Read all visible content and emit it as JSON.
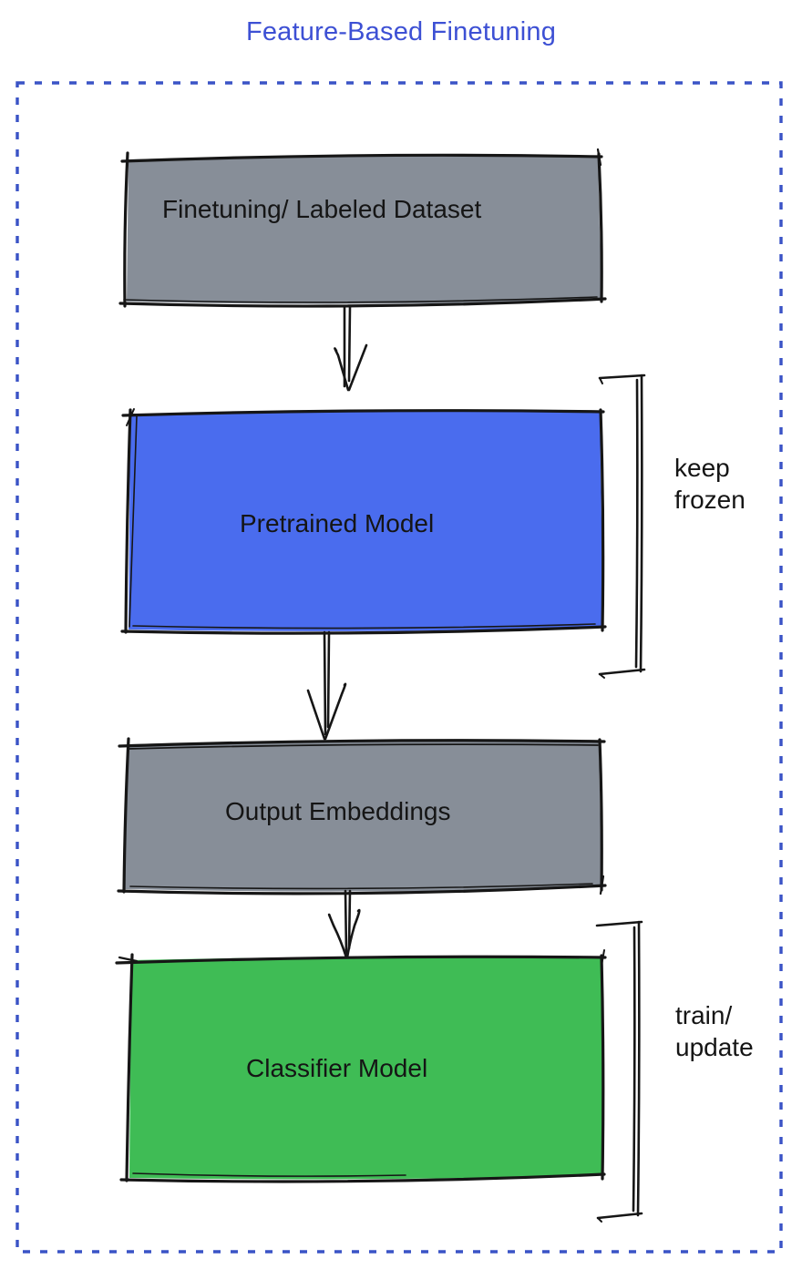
{
  "title": "Feature-Based Finetuning",
  "colors": {
    "title_text": "#3D50D4",
    "boundary_blue": "#3A53C6",
    "sketch_stroke": "#161616",
    "node_gray": "#878E98",
    "node_blue": "#4A6CEE",
    "node_green": "#3FBC55"
  },
  "nodes": [
    {
      "id": "finetuning-dataset",
      "label": "Finetuning/ Labeled Dataset",
      "fill": "#878E98"
    },
    {
      "id": "pretrained-model",
      "label": "Pretrained Model",
      "fill": "#4A6CEE"
    },
    {
      "id": "output-embeddings",
      "label": "Output Embeddings",
      "fill": "#878E98"
    },
    {
      "id": "classifier-model",
      "label": "Classifier Model",
      "fill": "#3FBC55"
    }
  ],
  "annotations": [
    {
      "target": "pretrained-model",
      "lines": [
        "keep",
        "frozen"
      ]
    },
    {
      "target": "classifier-model",
      "lines": [
        "train/",
        "update"
      ]
    }
  ],
  "edges": [
    {
      "from": "finetuning-dataset",
      "to": "pretrained-model"
    },
    {
      "from": "pretrained-model",
      "to": "output-embeddings"
    },
    {
      "from": "output-embeddings",
      "to": "classifier-model"
    }
  ]
}
